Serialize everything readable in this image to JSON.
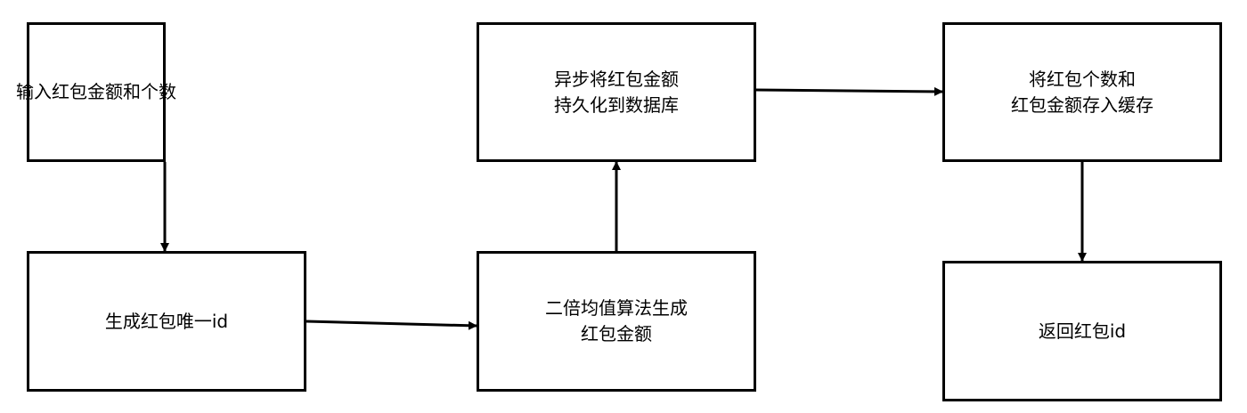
{
  "nodes": {
    "input_amount_count": {
      "lines": [
        "输入红包金额和个数"
      ]
    },
    "generate_unique_id": {
      "lines": [
        "生成红包唯一id"
      ]
    },
    "double_average_algorithm": {
      "lines": [
        "二倍均值算法生成",
        "红包金额"
      ]
    },
    "async_persist_db": {
      "lines": [
        "异步将红包金额",
        "持久化到数据库"
      ]
    },
    "store_in_cache": {
      "lines": [
        "将红包个数和",
        "红包金额存入缓存"
      ]
    },
    "return_id": {
      "lines": [
        "返回红包id"
      ]
    }
  },
  "colors": {
    "stroke": "#000000",
    "fill": "#ffffff"
  }
}
